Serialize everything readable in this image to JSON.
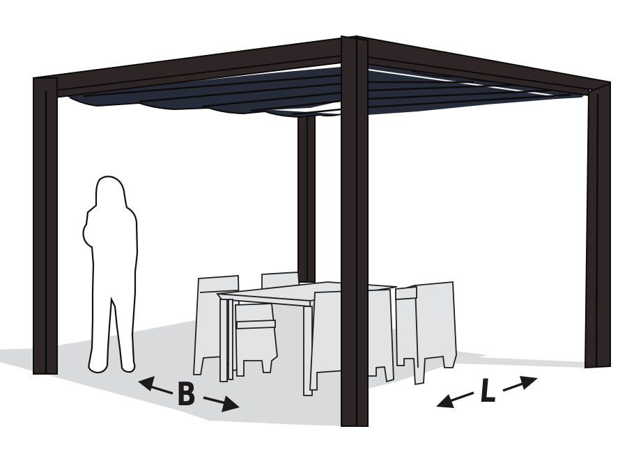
{
  "diagram": {
    "subject": "Pergola with retractable fabric canopy",
    "colors": {
      "frame": "#2e2626",
      "frame_outline": "#0d0a0a",
      "canopy": "#262b3a",
      "ground_shadow": "#d9dadb",
      "furniture_fill": "#e2e3e4",
      "furniture_outline": "#1e1e1e",
      "background": "#ffffff"
    },
    "elements": {
      "person": "Standing person silhouette (scale reference)",
      "furniture": "Dining table with four chairs",
      "canopy": "Pleated retractable shade cloth"
    },
    "dimensions": {
      "width_label": "B",
      "length_label": "L"
    }
  }
}
